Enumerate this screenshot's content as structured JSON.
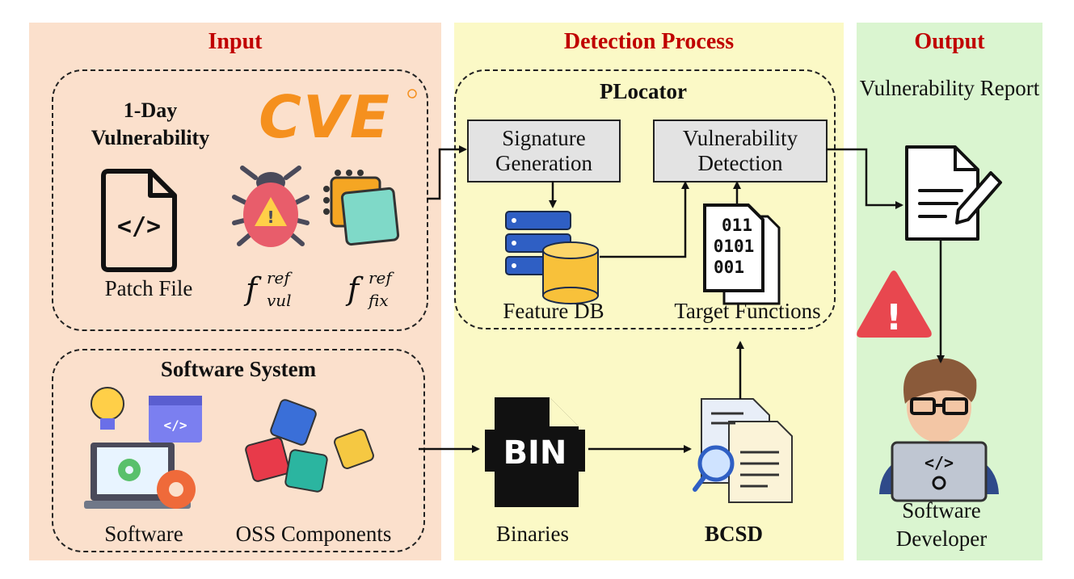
{
  "sections": {
    "input": "Input",
    "detection": "Detection Process",
    "output": "Output"
  },
  "input": {
    "vuln_group_title": "1-Day Vulnerability",
    "cve_logo_text": "CVE",
    "patch_file_label": "Patch File",
    "f_symbol": "f",
    "ref_sup": "ref",
    "vul_sub": "vul",
    "fix_sub": "fix",
    "software_group_title": "Software System",
    "software_label": "Software",
    "oss_label": "OSS Components",
    "code_glyph": "</>"
  },
  "detection": {
    "plocator_title": "PLocator",
    "signature_generation": "Signature Generation",
    "vulnerability_detection": "Vulnerability Detection",
    "feature_db_label": "Feature DB",
    "target_functions_label": "Target Functions",
    "binary_lines": [
      "011",
      "0101",
      "001"
    ],
    "bin_text": "BIN",
    "binaries_label": "Binaries",
    "bcsd_label": "BCSD"
  },
  "output": {
    "report_label": "Vulnerability Report",
    "developer_label": "Software Developer",
    "warning_glyph": "!",
    "code_glyph": "</>"
  },
  "colors": {
    "input_bg": "#fbe0cc",
    "detection_bg": "#fbf9c6",
    "output_bg": "#daf5d0",
    "heading_red": "#c00000",
    "cve_orange": "#f5901e",
    "warning_red": "#e8474f"
  }
}
